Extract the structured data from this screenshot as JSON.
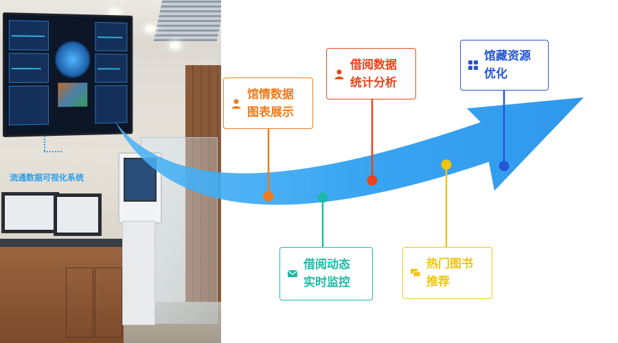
{
  "photo": {
    "caption": "流通数据可视化系统"
  },
  "colors": {
    "arrow": "#3aa6f2",
    "arrow_dark": "#1f7fd6",
    "orange": "#f07a1a",
    "red": "#e8431a",
    "teal": "#1fb8a8",
    "yellow": "#f2c40f",
    "blue": "#2456d6"
  },
  "callouts": {
    "chart_display": {
      "line1": "馆情数据",
      "line2": "图表展示",
      "icon": "person-icon"
    },
    "borrow_stats": {
      "line1": "借阅数据",
      "line2": "统计分析",
      "icon": "person-icon"
    },
    "collection_opt": {
      "line1": "馆藏资源",
      "line2": "优化",
      "icon": "grid-icon"
    },
    "borrow_monitor": {
      "line1": "借阅动态",
      "line2": "实时监控",
      "icon": "mail-icon"
    },
    "hot_books": {
      "line1": "热门图书",
      "line2": "推荐",
      "icon": "chat-icon"
    }
  }
}
